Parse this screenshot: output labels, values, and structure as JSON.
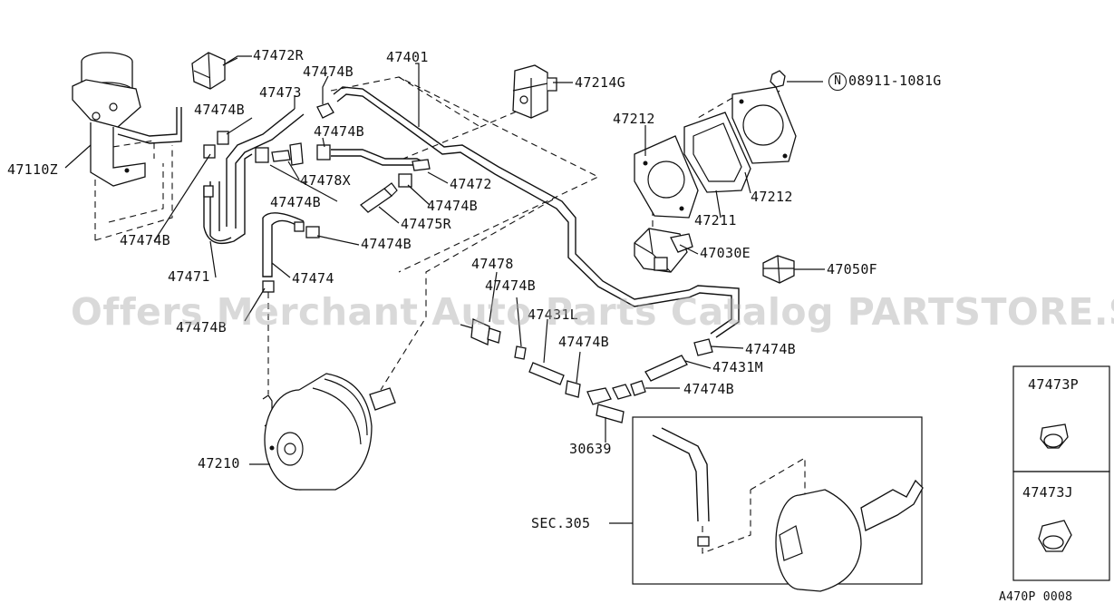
{
  "labels": {
    "l47472R": "47472R",
    "l47474B_a": "47474B",
    "l47401": "47401",
    "l47214G": "47214G",
    "l08911": "08911-1081G",
    "l08911_symbol": "N",
    "l47473": "47473",
    "l47474B_b": "47474B",
    "l47110Z": "47110Z",
    "l47474B_c": "47474B",
    "l47212_top": "47212",
    "l47478X": "47478X",
    "l47472": "47472",
    "l47474B_d": "47474B",
    "l47474B_e": "47474B",
    "l47475R": "47475R",
    "l47211": "47211",
    "l47212_right": "47212",
    "l47474B_f": "47474B",
    "l47474B_g": "47474B",
    "l47030E": "47030E",
    "l47050F": "47050F",
    "l47471": "47471",
    "l47474": "47474",
    "l47478": "47478",
    "l47474B_h": "47474B",
    "l47431L": "47431L",
    "l47474B_i": "47474B",
    "l47474B_j": "47474B",
    "l47474B_k": "47474B",
    "l47431M": "47431M",
    "l47474B_l": "47474B",
    "l47473P": "47473P",
    "l47473J": "47473J",
    "l30639": "30639",
    "l47210": "47210",
    "lSEC305": "SEC.305",
    "lA470P": "A470P 0008"
  },
  "watermark": "Offers Merchant Auto Parts Catalog PARTSTORE.SA",
  "colors": {
    "line": "#111111",
    "watermark": "#aaaaaa",
    "background": "#ffffff"
  }
}
